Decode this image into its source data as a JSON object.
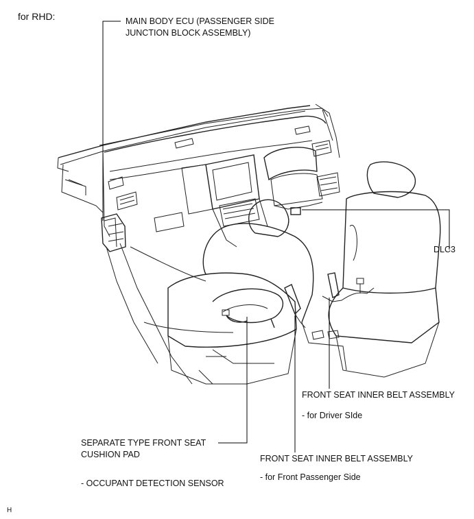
{
  "header": {
    "config_label": "for RHD:"
  },
  "callouts": {
    "main_body_ecu": [
      "MAIN BODY ECU (PASSENGER SIDE",
      "JUNCTION BLOCK ASSEMBLY)"
    ],
    "dlc3": "DLC3",
    "driver_belt": {
      "title": "FRONT SEAT INNER BELT ASSEMBLY",
      "note": "- for Driver SIde"
    },
    "cushion_pad": {
      "title": [
        "SEPARATE TYPE FRONT SEAT",
        "CUSHION PAD"
      ],
      "note": "- OCCUPANT DETECTION SENSOR"
    },
    "passenger_belt": {
      "title": "FRONT SEAT INNER BELT ASSEMBLY",
      "note": "- for Front Passenger Side"
    }
  },
  "footer": {
    "mark": "H"
  }
}
